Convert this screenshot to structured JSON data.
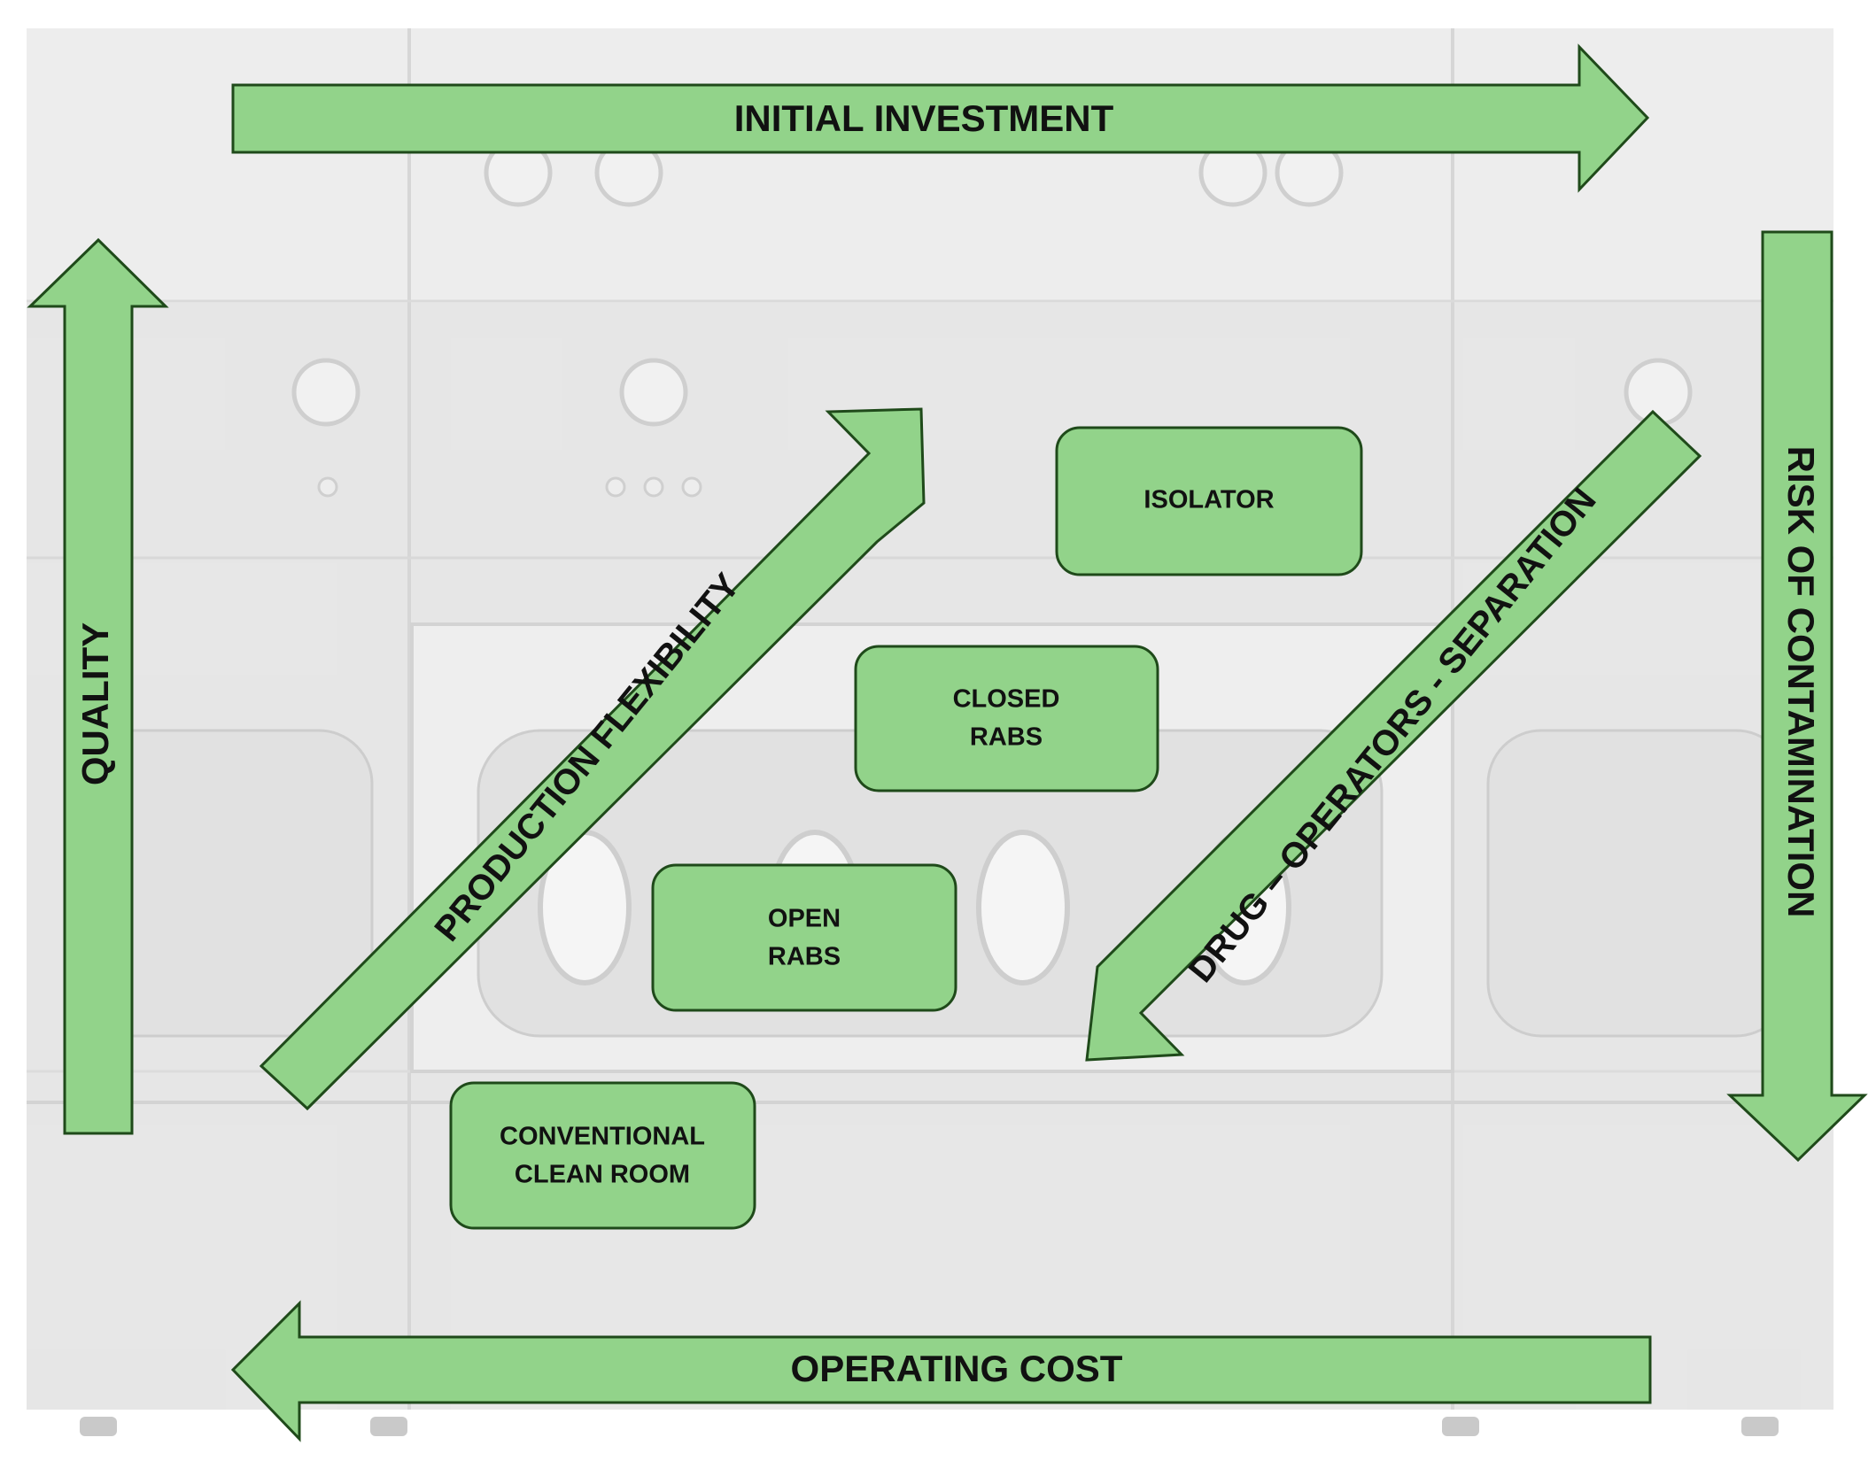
{
  "colors": {
    "arrow_fill": "#92d38a",
    "arrow_stroke": "#1f4a1a",
    "box_fill": "#92d38a",
    "box_stroke": "#1f4a1a",
    "background_panel": "#e3e3e3",
    "text": "#111111"
  },
  "background": {
    "description_icon": "cleanroom-machine-photo"
  },
  "arrows": {
    "initial_investment": {
      "label": "INITIAL INVESTMENT",
      "direction": "right"
    },
    "operating_cost": {
      "label": "OPERATING COST",
      "direction": "left"
    },
    "quality": {
      "label": "QUALITY",
      "direction": "up"
    },
    "risk_of_contamination": {
      "label": "RISK OF CONTAMINATION",
      "direction": "down"
    },
    "production_flexibility": {
      "label": "PRODUCTION FLEXIBILITY",
      "direction": "up-right"
    },
    "drug_operators_separation": {
      "label": "DRUG – OPERATORS - SEPARATION",
      "direction": "down-left"
    }
  },
  "boxes": {
    "isolator": {
      "lines": [
        "ISOLATOR"
      ]
    },
    "closed_rabs": {
      "lines": [
        "CLOSED",
        "RABS"
      ]
    },
    "open_rabs": {
      "lines": [
        "OPEN",
        "RABS"
      ]
    },
    "conventional_clean_room": {
      "lines": [
        "CONVENTIONAL",
        "CLEAN ROOM"
      ]
    }
  }
}
